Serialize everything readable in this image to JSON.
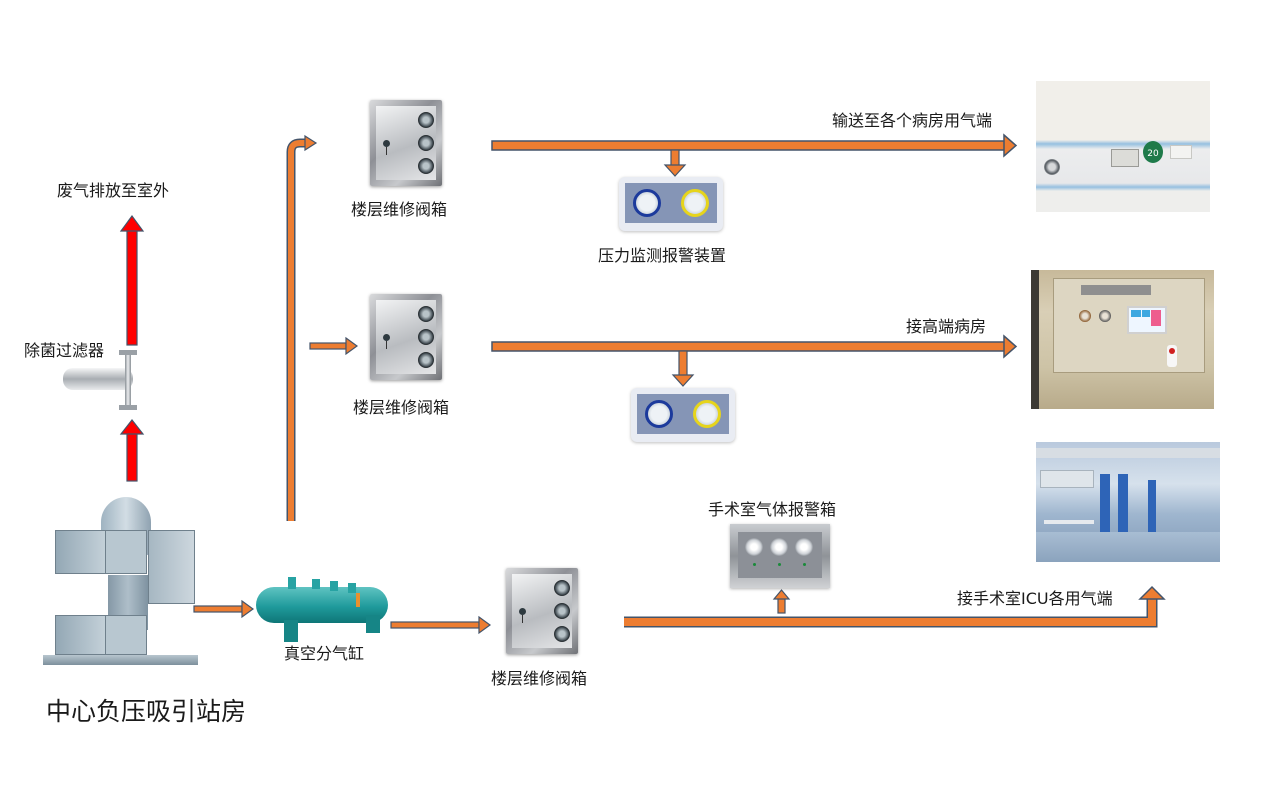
{
  "title": "中心负压吸引站房",
  "labels": {
    "exhaust": "废气排放至室外",
    "filter": "除菌过滤器",
    "station": "中心负压吸引站房",
    "tank": "真空分气缸",
    "valve_box_1": "楼层维修阀箱",
    "valve_box_2": "楼层维修阀箱",
    "valve_box_3": "楼层维修阀箱",
    "pressure_alarm": "压力监测报警装置",
    "or_alarm": "手术室气体报警箱",
    "to_wards": "输送至各个病房用气端",
    "to_premium_wards": "接高端病房",
    "to_or_icu": "接手术室ICU各用气端"
  },
  "ward_panel_badge": "20",
  "colors": {
    "pipe_fill": "#ED7D31",
    "pipe_outline": "#44546A",
    "exhaust_fill": "#FF0000",
    "exhaust_outline": "#44546A"
  }
}
